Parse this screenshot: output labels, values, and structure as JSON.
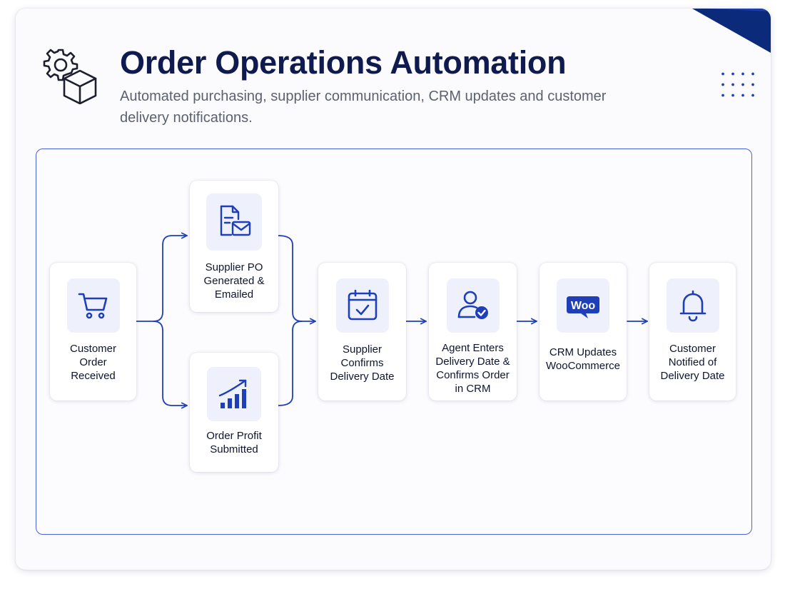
{
  "header": {
    "title": "Order Operations Automation",
    "subtitle": "Automated purchasing, supplier communication, CRM updates and customer delivery notifications."
  },
  "colors": {
    "accent": "#1f3fb8",
    "title": "#0f1a4f",
    "corner": "#0b2a7a",
    "icon_bg": "#eef1fb"
  },
  "steps": [
    {
      "id": "customer-order-received",
      "label": "Customer\nOrder\nReceived",
      "icon": "shopping-cart-icon"
    },
    {
      "id": "supplier-po-generated",
      "label": "Supplier PO\nGenerated &\nEmailed",
      "icon": "document-mail-icon"
    },
    {
      "id": "order-profit-submitted",
      "label": "Order Profit\nSubmitted",
      "icon": "bar-chart-growth-icon"
    },
    {
      "id": "supplier-confirms-delivery",
      "label": "Supplier\nConfirms\nDelivery Date",
      "icon": "calendar-check-icon"
    },
    {
      "id": "agent-enters-delivery",
      "label": "Agent Enters\nDelivery Date &\nConfirms Order\nin CRM",
      "icon": "user-check-icon"
    },
    {
      "id": "crm-updates-woocommerce",
      "label": "CRM Updates\nWooCommerce",
      "icon": "woocommerce-icon",
      "icon_text": "Woo"
    },
    {
      "id": "customer-notified",
      "label": "Customer\nNotified of\nDelivery Date",
      "icon": "bell-icon"
    }
  ]
}
